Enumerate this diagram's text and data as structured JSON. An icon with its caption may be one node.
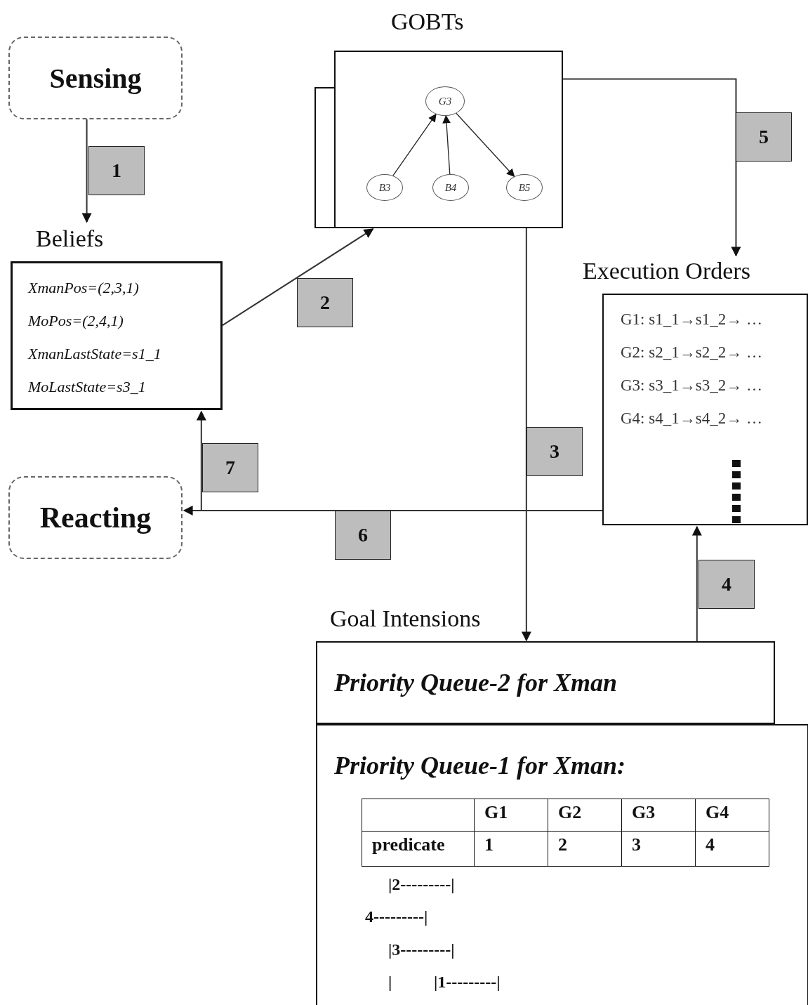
{
  "diagram": {
    "nodes": [
      {
        "text": [
          "Sensing"
        ]
      },
      {
        "text": [
          "Beliefs",
          "XmanPos=(2,3,1)",
          "MoPos=(2,4,1)",
          "XmanLastState=s1_1",
          "MoLastState=s3_1"
        ]
      },
      {
        "text": [
          "GOBTs"
        ]
      },
      {
        "text": [
          "G3"
        ],
        "in": 2
      },
      {
        "text": [
          "B3"
        ],
        "in": 2
      },
      {
        "text": [
          "B4"
        ],
        "in": 2
      },
      {
        "text": [
          "B5"
        ],
        "in": 2
      },
      {
        "text": [
          "Execution Orders",
          "G1: s1_1→s1_2→ …",
          "G2: s2_1→s2_2→ …",
          "G3: s3_1→s3_2→ …",
          "G4: s4_1→s4_2→ …"
        ]
      },
      {
        "text": [
          "Reacting"
        ]
      },
      {
        "text": [
          "Goal Intensions",
          "Priority Queue-2 for Xman"
        ]
      },
      {
        "text": [
          "Priority Queue-1 for Xman:"
        ]
      },
      {
        "text": [],
        "shape": "box"
      }
    ],
    "edges": [
      {
        "from": 0,
        "to": 1,
        "arrow": "to",
        "label": "1"
      },
      {
        "from": 1,
        "to": 2,
        "arrow": "to",
        "label": "2"
      },
      {
        "from": 2,
        "to": 9,
        "arrow": "to",
        "label": "3"
      },
      {
        "from": 9,
        "to": 7,
        "arrow": "to",
        "label": "4"
      },
      {
        "from": 2,
        "to": 7,
        "arrow": "to",
        "label": "5"
      },
      {
        "from": 7,
        "to": 8,
        "arrow": "to",
        "label": "6"
      },
      {
        "from": 7,
        "to": 1,
        "arrow": "to",
        "label": "7"
      },
      {
        "from": 4,
        "to": 3,
        "arrow": "to"
      },
      {
        "from": 5,
        "to": 3,
        "arrow": "to"
      },
      {
        "from": 3,
        "to": 6,
        "arrow": "to"
      }
    ],
    "labels": [
      "G1",
      "G2",
      "G3",
      "G4",
      "predicate",
      "1",
      "2",
      "3",
      "4",
      "|2---------|",
      "4---------|",
      "|3---------|",
      "|",
      "|1---------|"
    ]
  }
}
